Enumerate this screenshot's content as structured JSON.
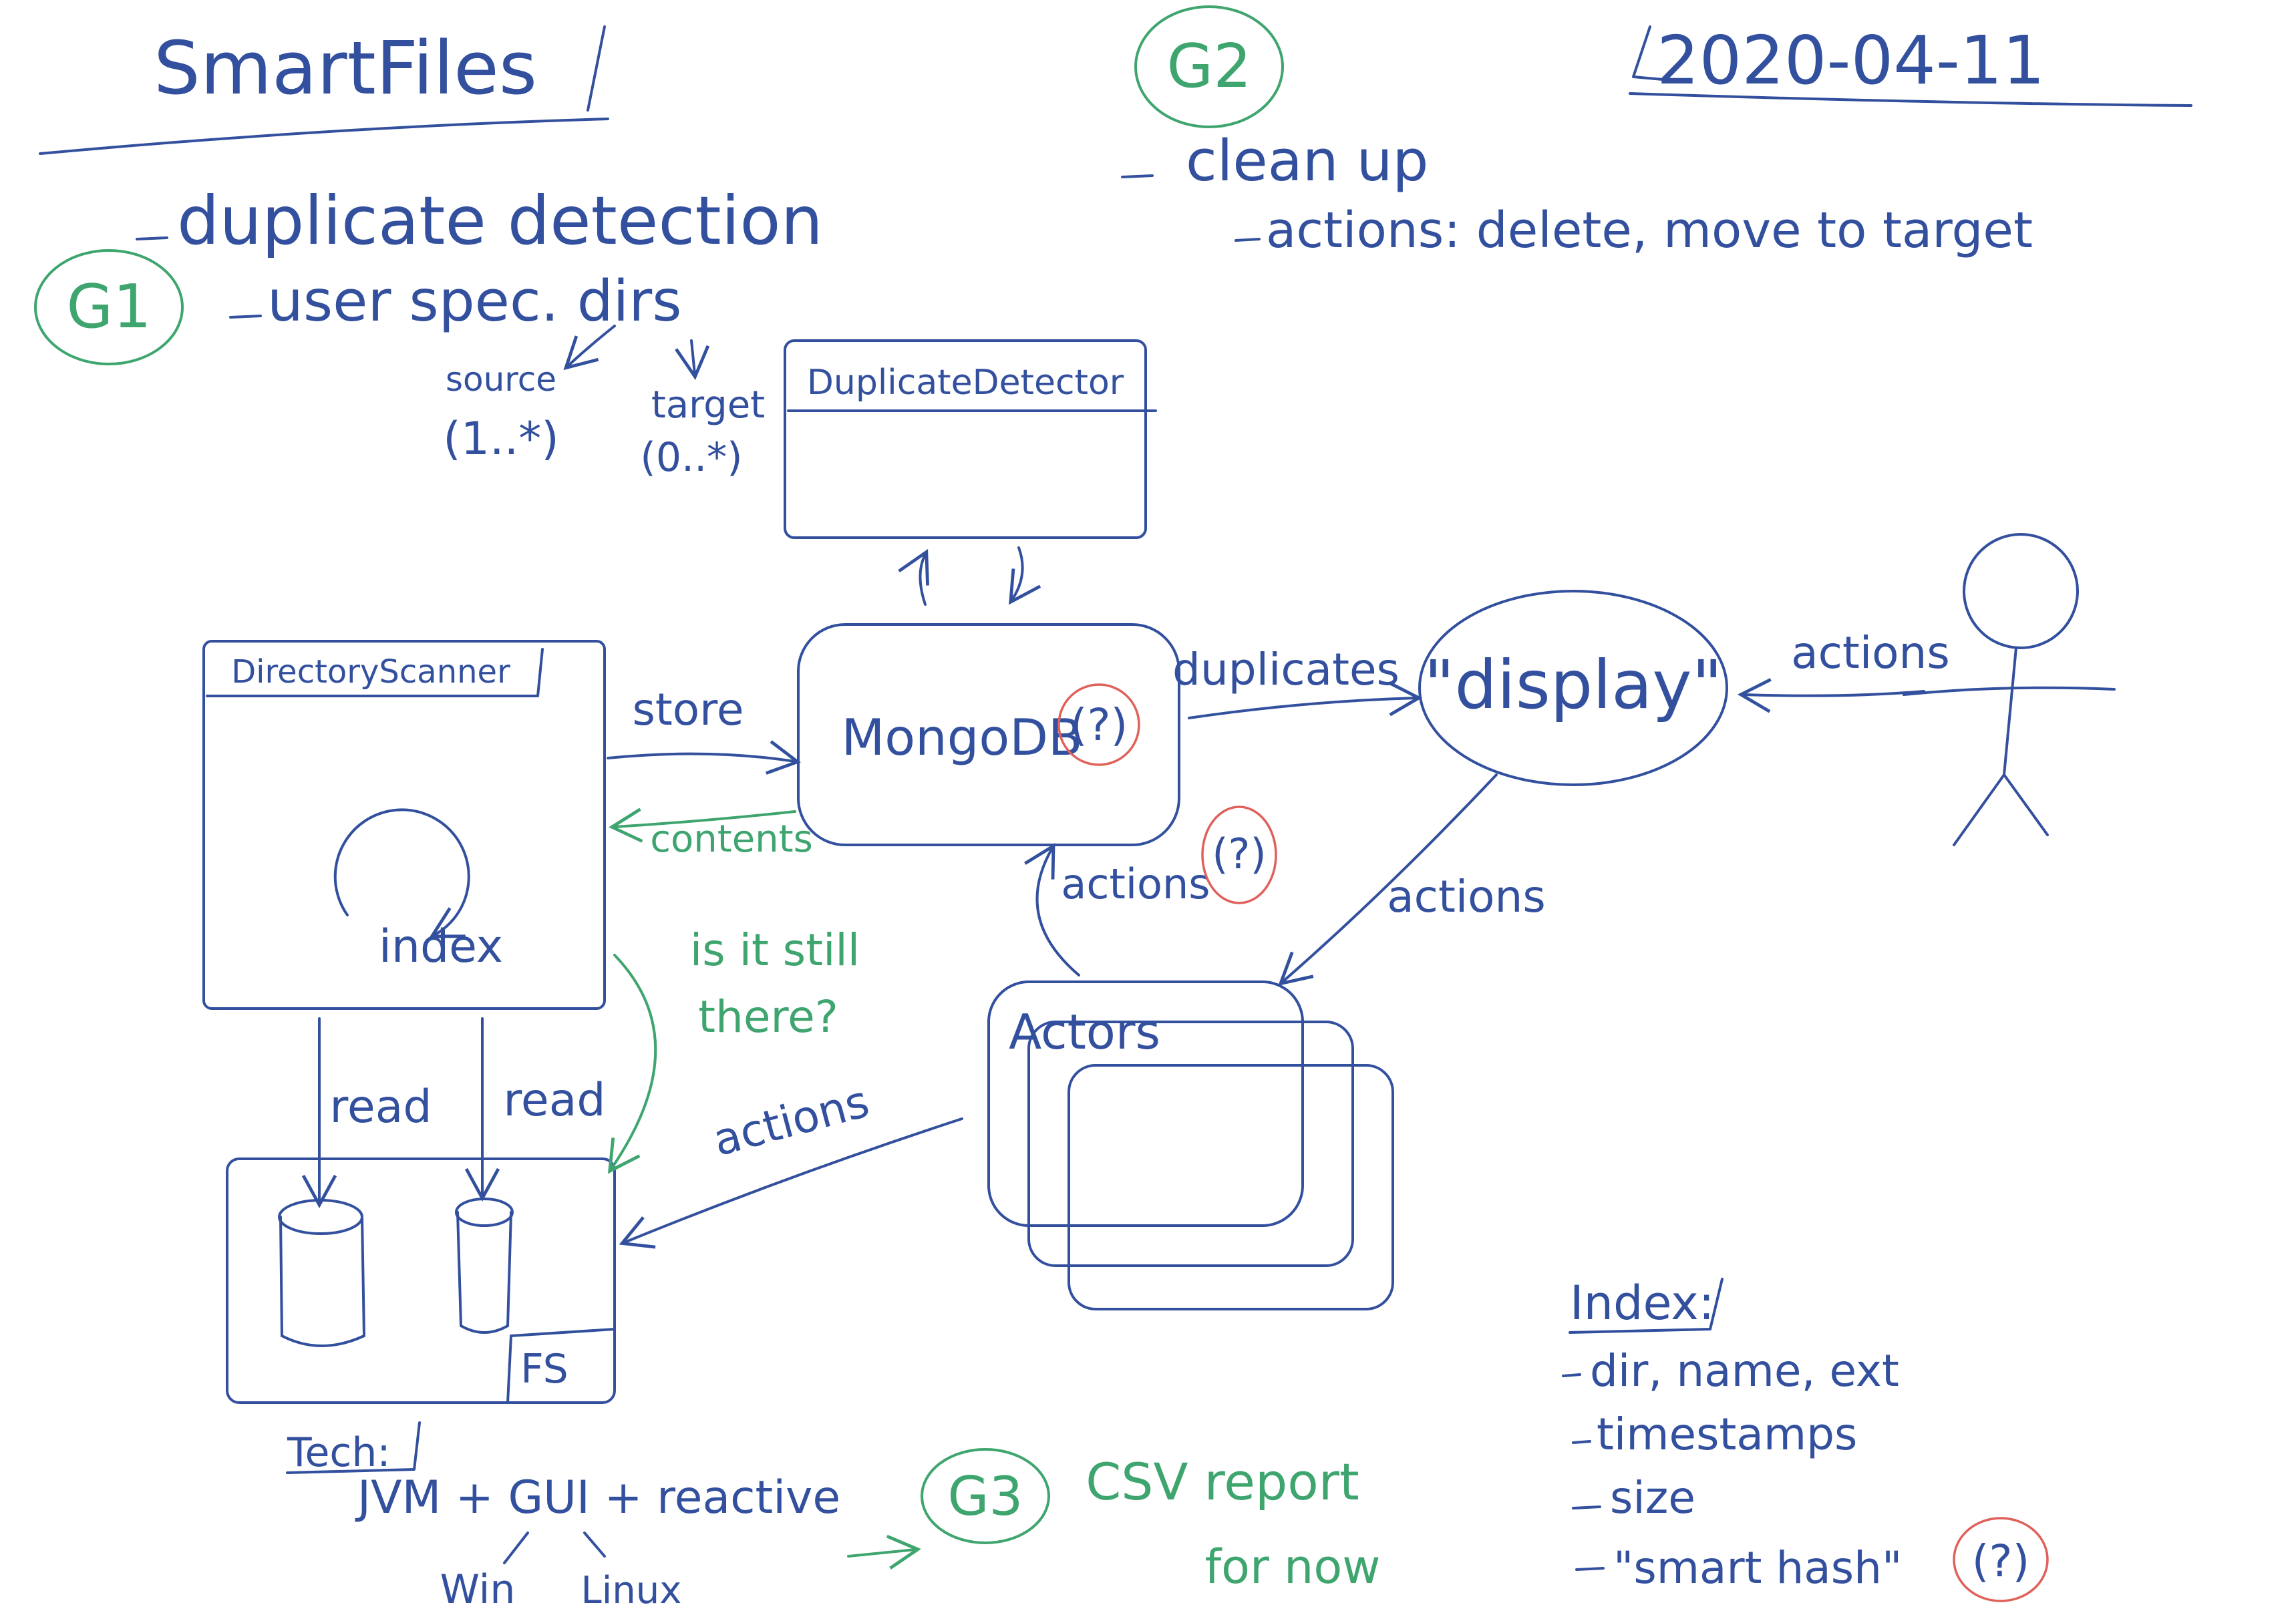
{
  "colors": {
    "ink_blue": "#33509e",
    "ink_green": "#3fa56f",
    "ink_red": "#e0605a",
    "paper": "#ffffff"
  },
  "header": {
    "title": "SmartFiles",
    "date": "2020-04-11"
  },
  "goals": {
    "g1": {
      "label": "G1",
      "items": [
        "duplicate detection",
        "user spec. dirs"
      ],
      "source": "source",
      "source_card": "(1..*)",
      "target": "target",
      "target_card": "(0..*)"
    },
    "g2": {
      "label": "G2",
      "items": [
        "clean up",
        "actions: delete, move to target"
      ]
    },
    "g3": {
      "label": "G3",
      "line1": "CSV report",
      "line2": "for now"
    }
  },
  "components": {
    "duplicate_detector": "DuplicateDetector",
    "directory_scanner": "DirectoryScanner",
    "scanner_inner": "index",
    "mongodb": "MongoDB",
    "mongodb_question": "(?)",
    "display": "\"display\"",
    "actors": "Actors",
    "fs": "FS",
    "user_icon": "stick-figure-icon"
  },
  "edges": {
    "store": "store",
    "contents": "contents",
    "duplicates": "duplicates",
    "user_actions": "actions",
    "display_actions": "actions",
    "actors_to_mongo": "actions",
    "actors_question": "(?)",
    "actors_to_fs": "actions",
    "read_1": "read",
    "read_2": "read",
    "still_there": [
      "is it still",
      "there?"
    ]
  },
  "tech": {
    "label": "Tech:",
    "stack": "JVM + GUI + reactive",
    "platform_1": "Win",
    "platform_2": "Linux"
  },
  "index_notes": {
    "title": "Index:",
    "items": [
      "dir, name, ext",
      "timestamps",
      "size",
      "\"smart hash\""
    ],
    "question": "(?)"
  }
}
